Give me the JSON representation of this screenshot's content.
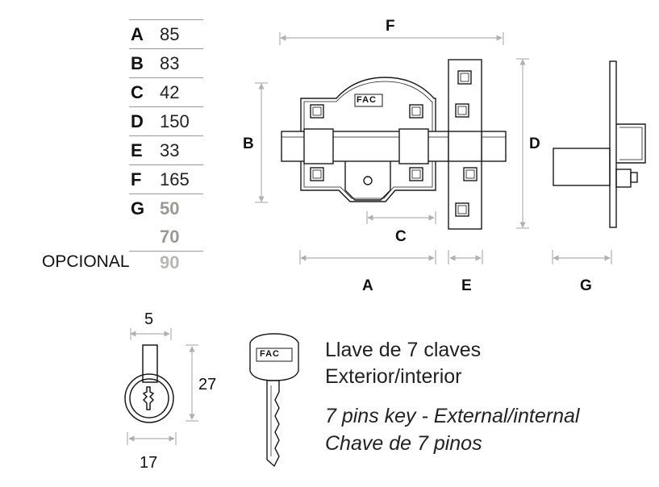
{
  "dimensions_table": [
    {
      "key": "A",
      "value": "85"
    },
    {
      "key": "B",
      "value": "83"
    },
    {
      "key": "C",
      "value": "42"
    },
    {
      "key": "D",
      "value": "150"
    },
    {
      "key": "E",
      "value": "33"
    },
    {
      "key": "F",
      "value": "165"
    },
    {
      "key": "G",
      "value": "50"
    },
    {
      "key": "",
      "value": "70"
    }
  ],
  "optional": {
    "label": "OPCIONAL",
    "value": "90"
  },
  "drawing_labels": {
    "F": "F",
    "B": "B",
    "D": "D",
    "C": "C",
    "A": "A",
    "E": "E",
    "G": "G",
    "brand": "FAC"
  },
  "key_dims": {
    "width": "5",
    "height": "27",
    "diameter": "17"
  },
  "key_brand": "FAC",
  "description": {
    "line1": "Llave de 7 claves",
    "line2": "Exterior/interior",
    "line3": "7 pins key - External/internal",
    "line4": "Chave de 7 pinos"
  },
  "colors": {
    "line": "#1a1a1a",
    "dim": "#b0b0b0",
    "gray_value": "#9a9a92"
  }
}
